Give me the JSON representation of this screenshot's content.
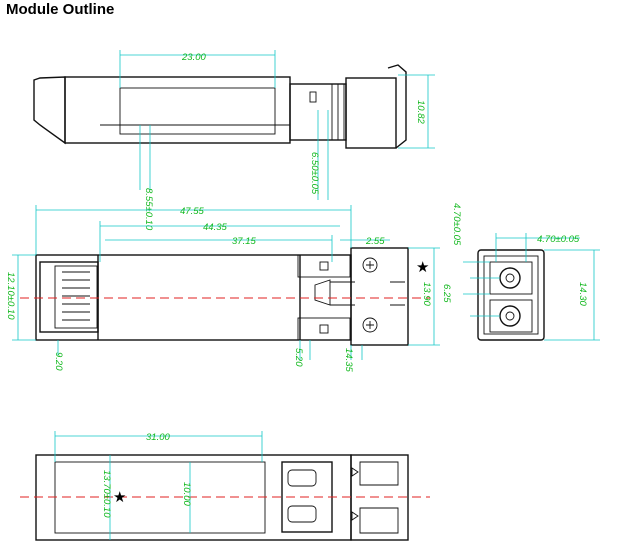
{
  "header": {
    "title": "Module Outline"
  },
  "top_view": {
    "dims": {
      "width_top": "23.00",
      "ref_a": "8.55±0.10",
      "ref_b": "6.50±0.05",
      "height": "10.82"
    }
  },
  "side_view": {
    "dims": {
      "total_len": "47.55",
      "len_2": "44.35",
      "len_3": "37.15",
      "small": "2.55",
      "left_height": "12.10±0.10",
      "right_height": "13.90",
      "bottom_left": "9.20",
      "bottom_mid": "5.20",
      "bottom_right": "14.35"
    }
  },
  "front_view": {
    "dims": {
      "top_left": "4.70±0.05",
      "top_right": "4.70±0.05",
      "pitch": "6.25",
      "height": "14.30"
    }
  },
  "bottom_view": {
    "dims": {
      "length": "31.00",
      "h1": "13.70±0.10",
      "h2": "10.00"
    }
  },
  "colors": {
    "outline": "#111111",
    "dimension_text": "#12b81e",
    "dimension_line": "#14c8c8",
    "centerline": "#e02020"
  }
}
